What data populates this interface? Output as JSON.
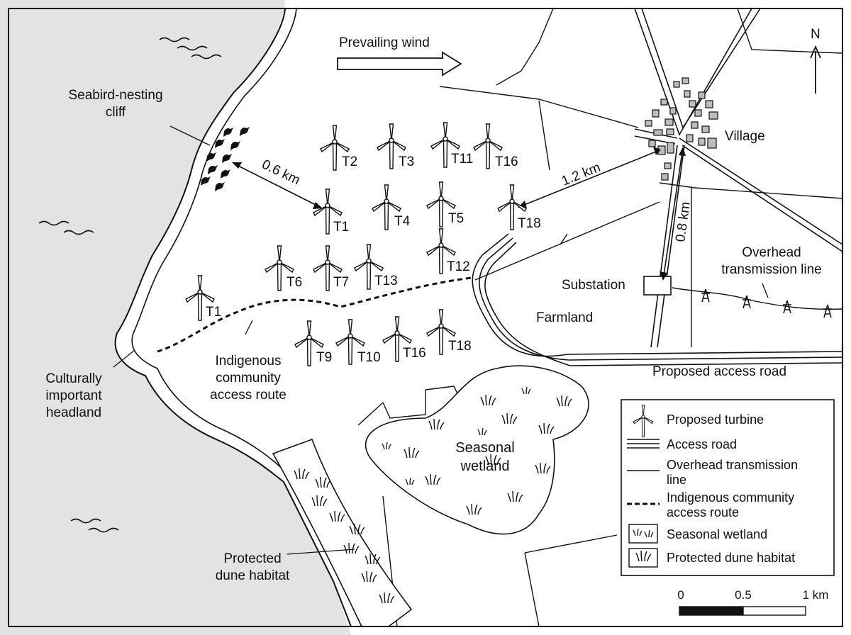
{
  "wind": {
    "label": "Prevailing wind",
    "direction": "east"
  },
  "north": {
    "label": "N"
  },
  "labels": {
    "seabird_cliff": [
      "Seabird-nesting",
      "cliff"
    ],
    "headland": [
      "Culturally",
      "important",
      "headland"
    ],
    "indigenous_route": [
      "Indigenous",
      "community",
      "access route"
    ],
    "dunes": [
      "Protected",
      "dune habitat"
    ],
    "wetland": [
      "Seasonal",
      "wetland"
    ],
    "village": "Village",
    "substation": "Substation",
    "farmland": "Farmland",
    "transmission": [
      "Overhead",
      "transmission line"
    ],
    "access_road": "Proposed access road"
  },
  "distances": {
    "cliff_to_T1": "0.6 km",
    "T18_to_village": "1.2 km",
    "village_to_substation": "0.8 km"
  },
  "turbines": [
    "T2",
    "T3",
    "T11",
    "T16",
    "T1",
    "T4",
    "T5",
    "T18",
    "T12",
    "T6",
    "T7",
    "T13",
    "T1",
    "T9",
    "T10",
    "T16",
    "T18"
  ],
  "legend": {
    "turbine": "Proposed turbine",
    "road": "Access road",
    "transmission": [
      "Overhead transmission",
      "line"
    ],
    "route": [
      "Indigenous community",
      "access route"
    ],
    "wetland": "Seasonal wetland",
    "dune": "Protected dune habitat"
  },
  "scale": {
    "labels": [
      "0",
      "0.5",
      "1 km"
    ]
  },
  "colors": {
    "sea": "#e3e3e3",
    "ink": "#111111",
    "building": "#bdbdbd"
  }
}
